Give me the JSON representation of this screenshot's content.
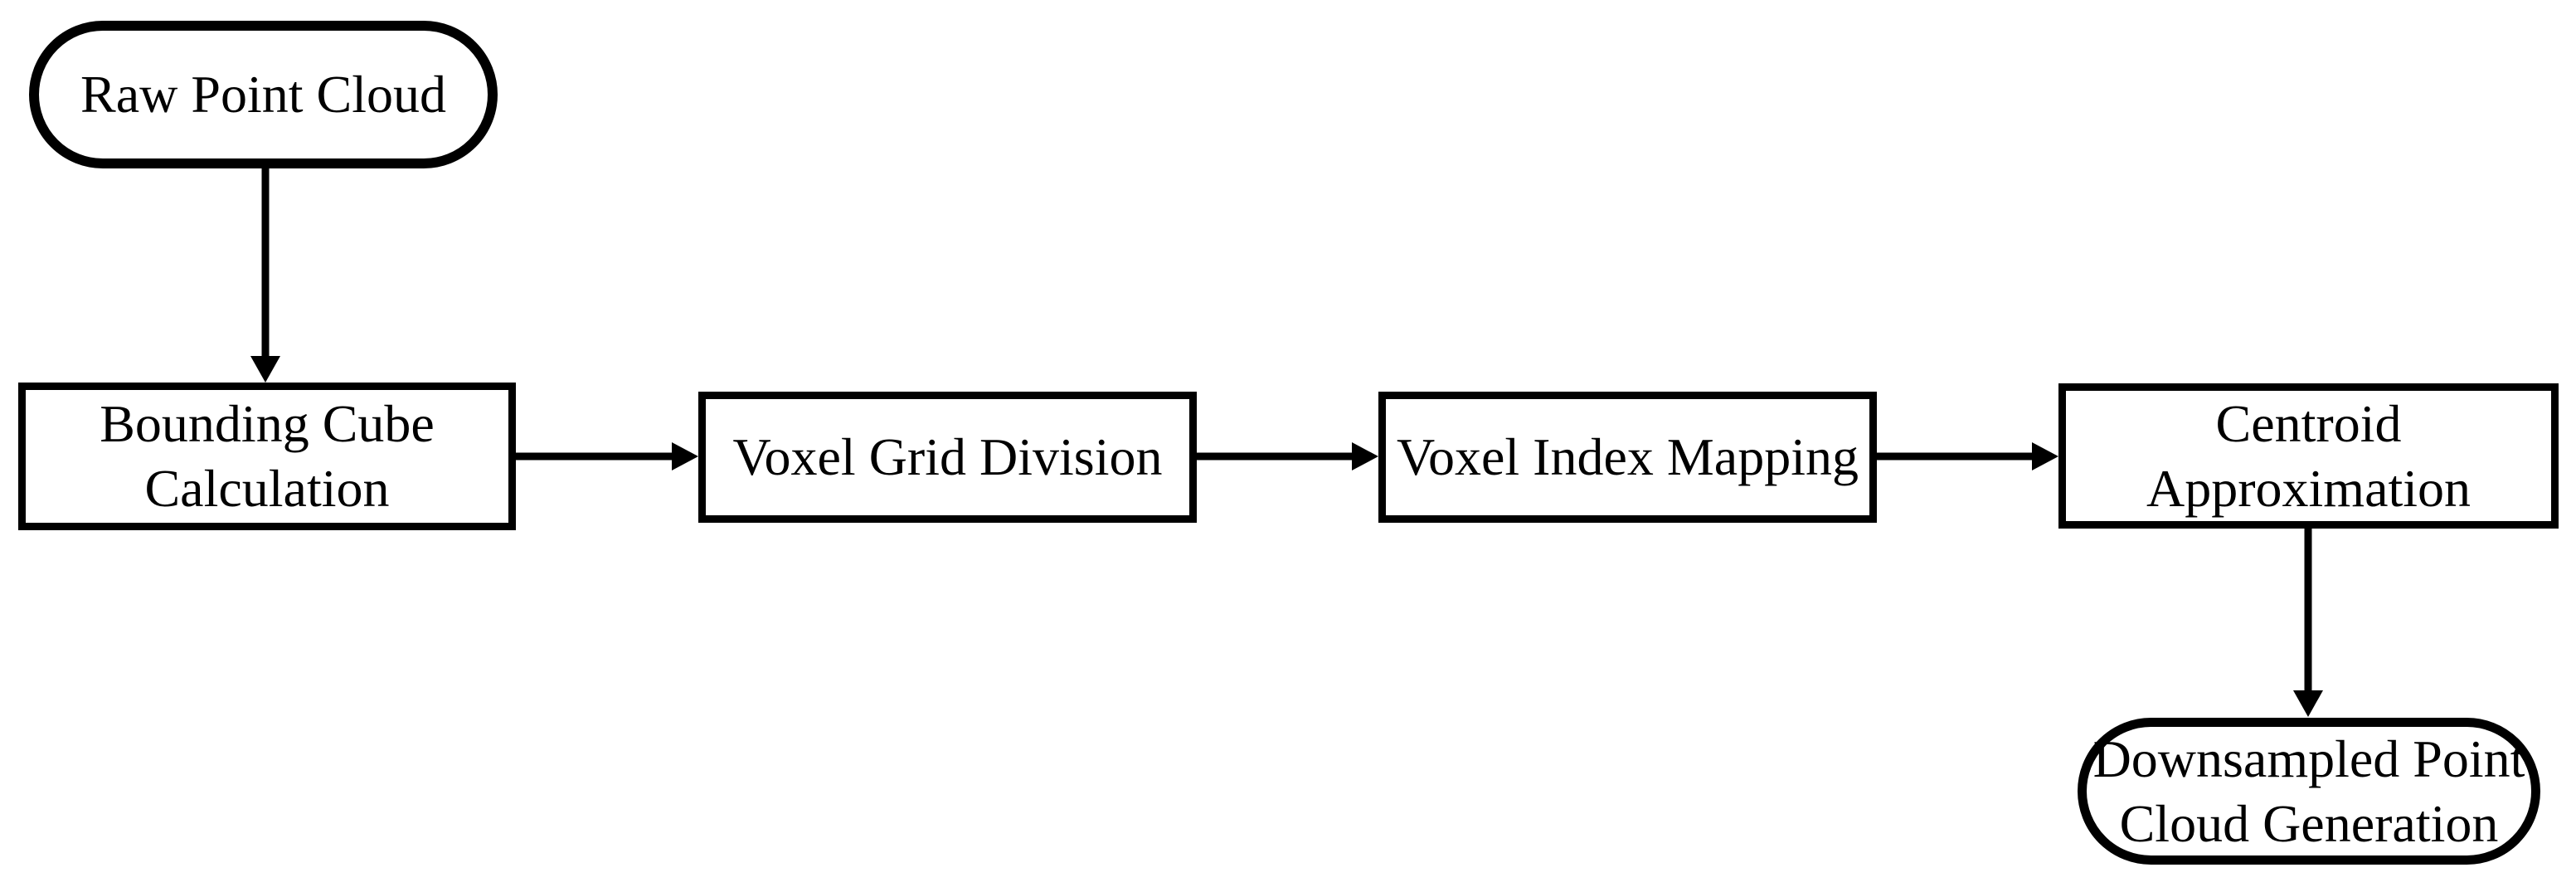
{
  "diagram": {
    "title": "Voxel grid downsampling pipeline flowchart",
    "background_color": "#ffffff",
    "stroke_color": "#000000",
    "text_color": "#000000",
    "nodes": [
      {
        "id": "raw-point-cloud",
        "shape": "stadium",
        "label": "Raw Point Cloud"
      },
      {
        "id": "bounding-cube-calculation",
        "shape": "rectangle",
        "label": "Bounding Cube\nCalculation"
      },
      {
        "id": "voxel-grid-division",
        "shape": "rectangle",
        "label": "Voxel Grid Division"
      },
      {
        "id": "voxel-index-mapping",
        "shape": "rectangle",
        "label": "Voxel Index Mapping"
      },
      {
        "id": "centroid-approximation",
        "shape": "rectangle",
        "label": "Centroid\nApproximation"
      },
      {
        "id": "downsampled-point-cloud-generation",
        "shape": "stadium",
        "label": "Downsampled Point\nCloud Generation"
      }
    ],
    "edges": [
      {
        "from": "raw-point-cloud",
        "to": "bounding-cube-calculation",
        "direction": "down"
      },
      {
        "from": "bounding-cube-calculation",
        "to": "voxel-grid-division",
        "direction": "right"
      },
      {
        "from": "voxel-grid-division",
        "to": "voxel-index-mapping",
        "direction": "right"
      },
      {
        "from": "voxel-index-mapping",
        "to": "centroid-approximation",
        "direction": "right"
      },
      {
        "from": "centroid-approximation",
        "to": "downsampled-point-cloud-generation",
        "direction": "down"
      }
    ]
  }
}
